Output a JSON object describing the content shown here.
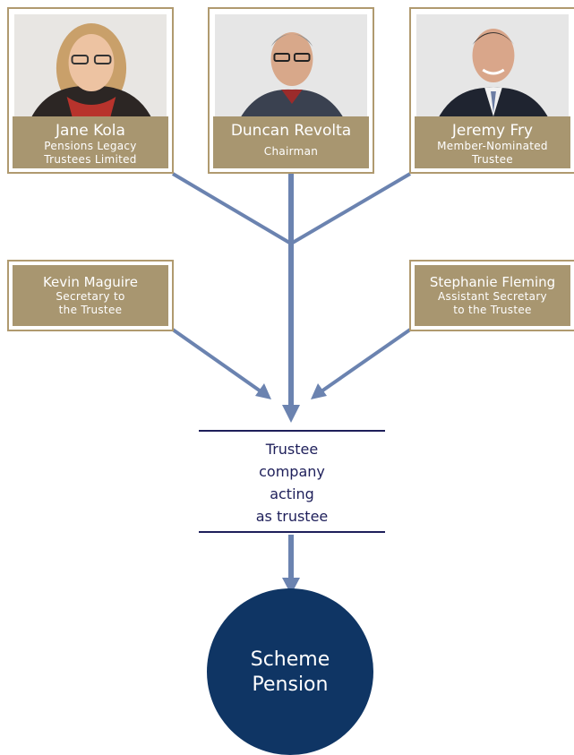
{
  "trustees": [
    {
      "name": "Jane Kola",
      "role_line1": "Pensions Legacy",
      "role_line2": "Trustees Limited"
    },
    {
      "name": "Duncan Revolta",
      "role_line1": "Chairman",
      "role_line2": ""
    },
    {
      "name": "Jeremy Fry",
      "role_line1": "Member-Nominated",
      "role_line2": "Trustee"
    }
  ],
  "officers": [
    {
      "name": "Kevin Maguire",
      "role_line1": "Secretary to",
      "role_line2": "the Trustee"
    },
    {
      "name": "Stephanie Fleming",
      "role_line1": "Assistant Secretary",
      "role_line2": "to the Trustee"
    }
  ],
  "trustee_company": {
    "line1": "Trustee",
    "line2": "company",
    "line3": "acting",
    "line4": "as trustee"
  },
  "scheme": {
    "line1": "Scheme",
    "line2": "Pension"
  },
  "colors": {
    "gold_border": "#b09a6f",
    "caption_bg": "#a89670",
    "arrow": "#6b83b0",
    "navy_text": "#1e1f5a",
    "circle": "#0f3564"
  }
}
